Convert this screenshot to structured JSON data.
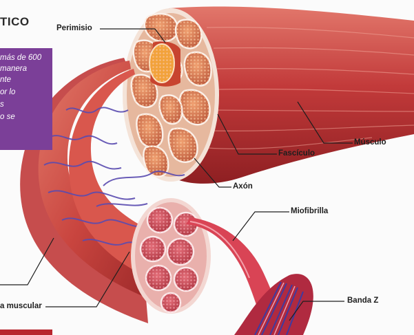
{
  "title_fragment": "TICO",
  "info_box": {
    "lines": [
      "más de 600",
      "manera",
      "nte",
      "or lo",
      "s",
      "o se"
    ]
  },
  "labels": {
    "perimisio": "Perimisio",
    "musculo": "Músculo",
    "fasciculo": "Fascículo",
    "axon": "Axón",
    "miofibrilla": "Miofibrilla",
    "fibra_muscular": "a muscular",
    "banda_z": "Banda Z"
  },
  "colors": {
    "muscle": "#c23a3a",
    "muscle_dark": "#8e1f22",
    "muscle_light": "#e07a6c",
    "fascicle_fill": "#d9885a",
    "fascicle_border": "#f6e7de",
    "nerve": "#f0a030",
    "vessel": "#5a4bb0",
    "purple_box": "#7b3f98"
  }
}
